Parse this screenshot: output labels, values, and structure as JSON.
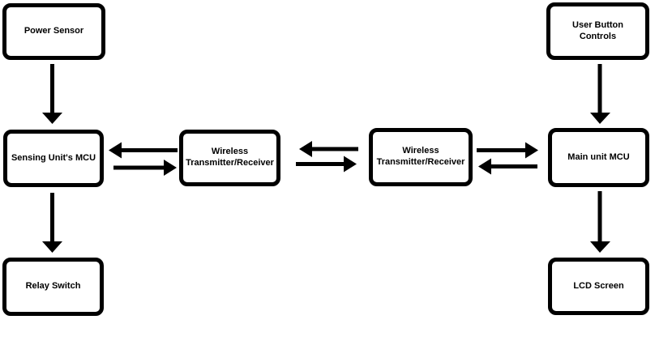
{
  "diagram": {
    "background_color": "#ffffff",
    "box_border_color": "#000000",
    "text_color": "#000000",
    "nodes": {
      "power_sensor": {
        "label": "Power Sensor"
      },
      "sensing_mcu": {
        "label": "Sensing Unit's MCU"
      },
      "relay_switch": {
        "label": "Relay Switch"
      },
      "wireless_left": {
        "label": "Wireless\nTransmitter/Receiver"
      },
      "wireless_right": {
        "label": "Wireless\nTransmitter/Receiver"
      },
      "user_buttons": {
        "label": "User Button\nControls"
      },
      "main_mcu": {
        "label": "Main unit MCU"
      },
      "lcd_screen": {
        "label": "LCD Screen"
      }
    },
    "connections": [
      {
        "from": "Power Sensor",
        "to": "Sensing Unit's MCU",
        "type": "one-way-down"
      },
      {
        "from": "Sensing Unit's MCU",
        "to": "Relay Switch",
        "type": "one-way-down"
      },
      {
        "from": "Wireless Transmitter/Receiver (left)",
        "to": "Sensing Unit's MCU",
        "type": "one-way-left"
      },
      {
        "from": "Sensing Unit's MCU",
        "to": "Wireless Transmitter/Receiver (left)",
        "type": "one-way-right"
      },
      {
        "from": "Wireless Transmitter/Receiver (right)",
        "to": "Wireless Transmitter/Receiver (left)",
        "type": "one-way-left"
      },
      {
        "from": "Wireless Transmitter/Receiver (left)",
        "to": "Wireless Transmitter/Receiver (right)",
        "type": "one-way-right"
      },
      {
        "from": "Wireless Transmitter/Receiver (right)",
        "to": "Main unit MCU",
        "type": "one-way-right"
      },
      {
        "from": "Main unit MCU",
        "to": "Wireless Transmitter/Receiver (right)",
        "type": "one-way-left"
      },
      {
        "from": "User Button Controls",
        "to": "Main unit MCU",
        "type": "one-way-down"
      },
      {
        "from": "Main unit MCU",
        "to": "LCD Screen",
        "type": "one-way-down"
      }
    ]
  }
}
